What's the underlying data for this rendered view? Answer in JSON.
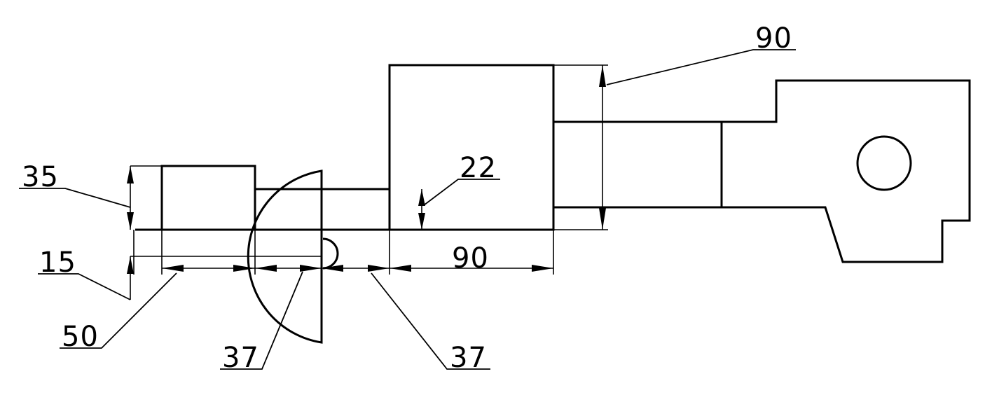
{
  "drawing": {
    "dimensions": {
      "left_height": "35",
      "left_offset": "15",
      "left_block_width": "50",
      "semicircle_width": "37",
      "gap_width": "37",
      "middle_block_width": "90",
      "shaft_height": "22",
      "middle_block_height": "90"
    },
    "colors": {
      "ink": "#000000",
      "paper": "#ffffff"
    }
  }
}
